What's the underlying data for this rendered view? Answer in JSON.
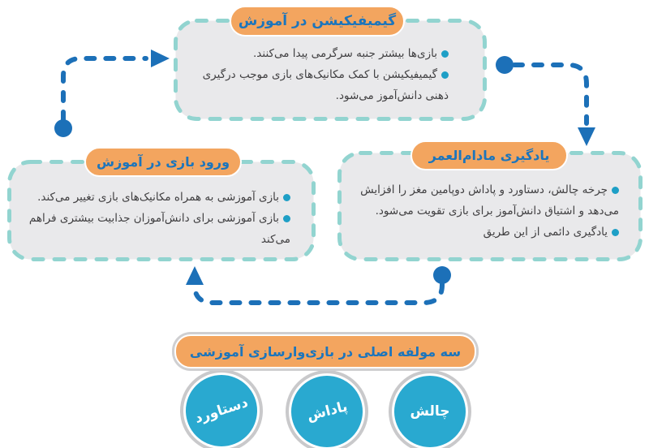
{
  "colors": {
    "pill_orange": "#F3A55F",
    "pill_text_blue": "#1C75BC",
    "panel_dash_teal": "#92D4D0",
    "panel_fill_gray": "#E9E9EB",
    "body_text": "#414042",
    "bullet_cyan": "#1E9FC6",
    "arrow_blue": "#1C70B8",
    "circle_teal": "#29A9D0",
    "circle_ring_gray": "#C9C9CB"
  },
  "panels": {
    "gamification": {
      "title": "گیمیفیکیشن در آموزش",
      "bullets": [
        "بازی‌ها بیشتر جنبه سرگرمی پیدا می‌کنند.",
        "گیمیفیکیشن با کمک مکانیک‌های بازی موجب درگیری ذهنی دانش‌آموز می‌شود."
      ]
    },
    "lifelong_learning": {
      "title": "یادگیری مادام‌العمر",
      "bullets": [
        "چرخه چالش، دستاورد و پاداش دوپامین مغز را افزایش می‌دهد و اشتیاق دانش‌آموز برای بازی تقویت می‌شود.",
        "یادگیری دائمی از این طریق"
      ]
    },
    "game_in_education": {
      "title": "ورود بازی در آموزش",
      "bullets": [
        "بازی آموزشی به همراه مکانیک‌های بازی تغییر می‌کند.",
        "بازی آموزشی برای دانش‌آموزان جذابیت بیشتری فراهم می‌کند"
      ]
    }
  },
  "bottom": {
    "title": "سه مولفه اصلی در بازی‌وارسازی آموزشی",
    "components": [
      {
        "label": "دستاورد"
      },
      {
        "label": "پاداش"
      },
      {
        "label": "چالش"
      }
    ]
  }
}
